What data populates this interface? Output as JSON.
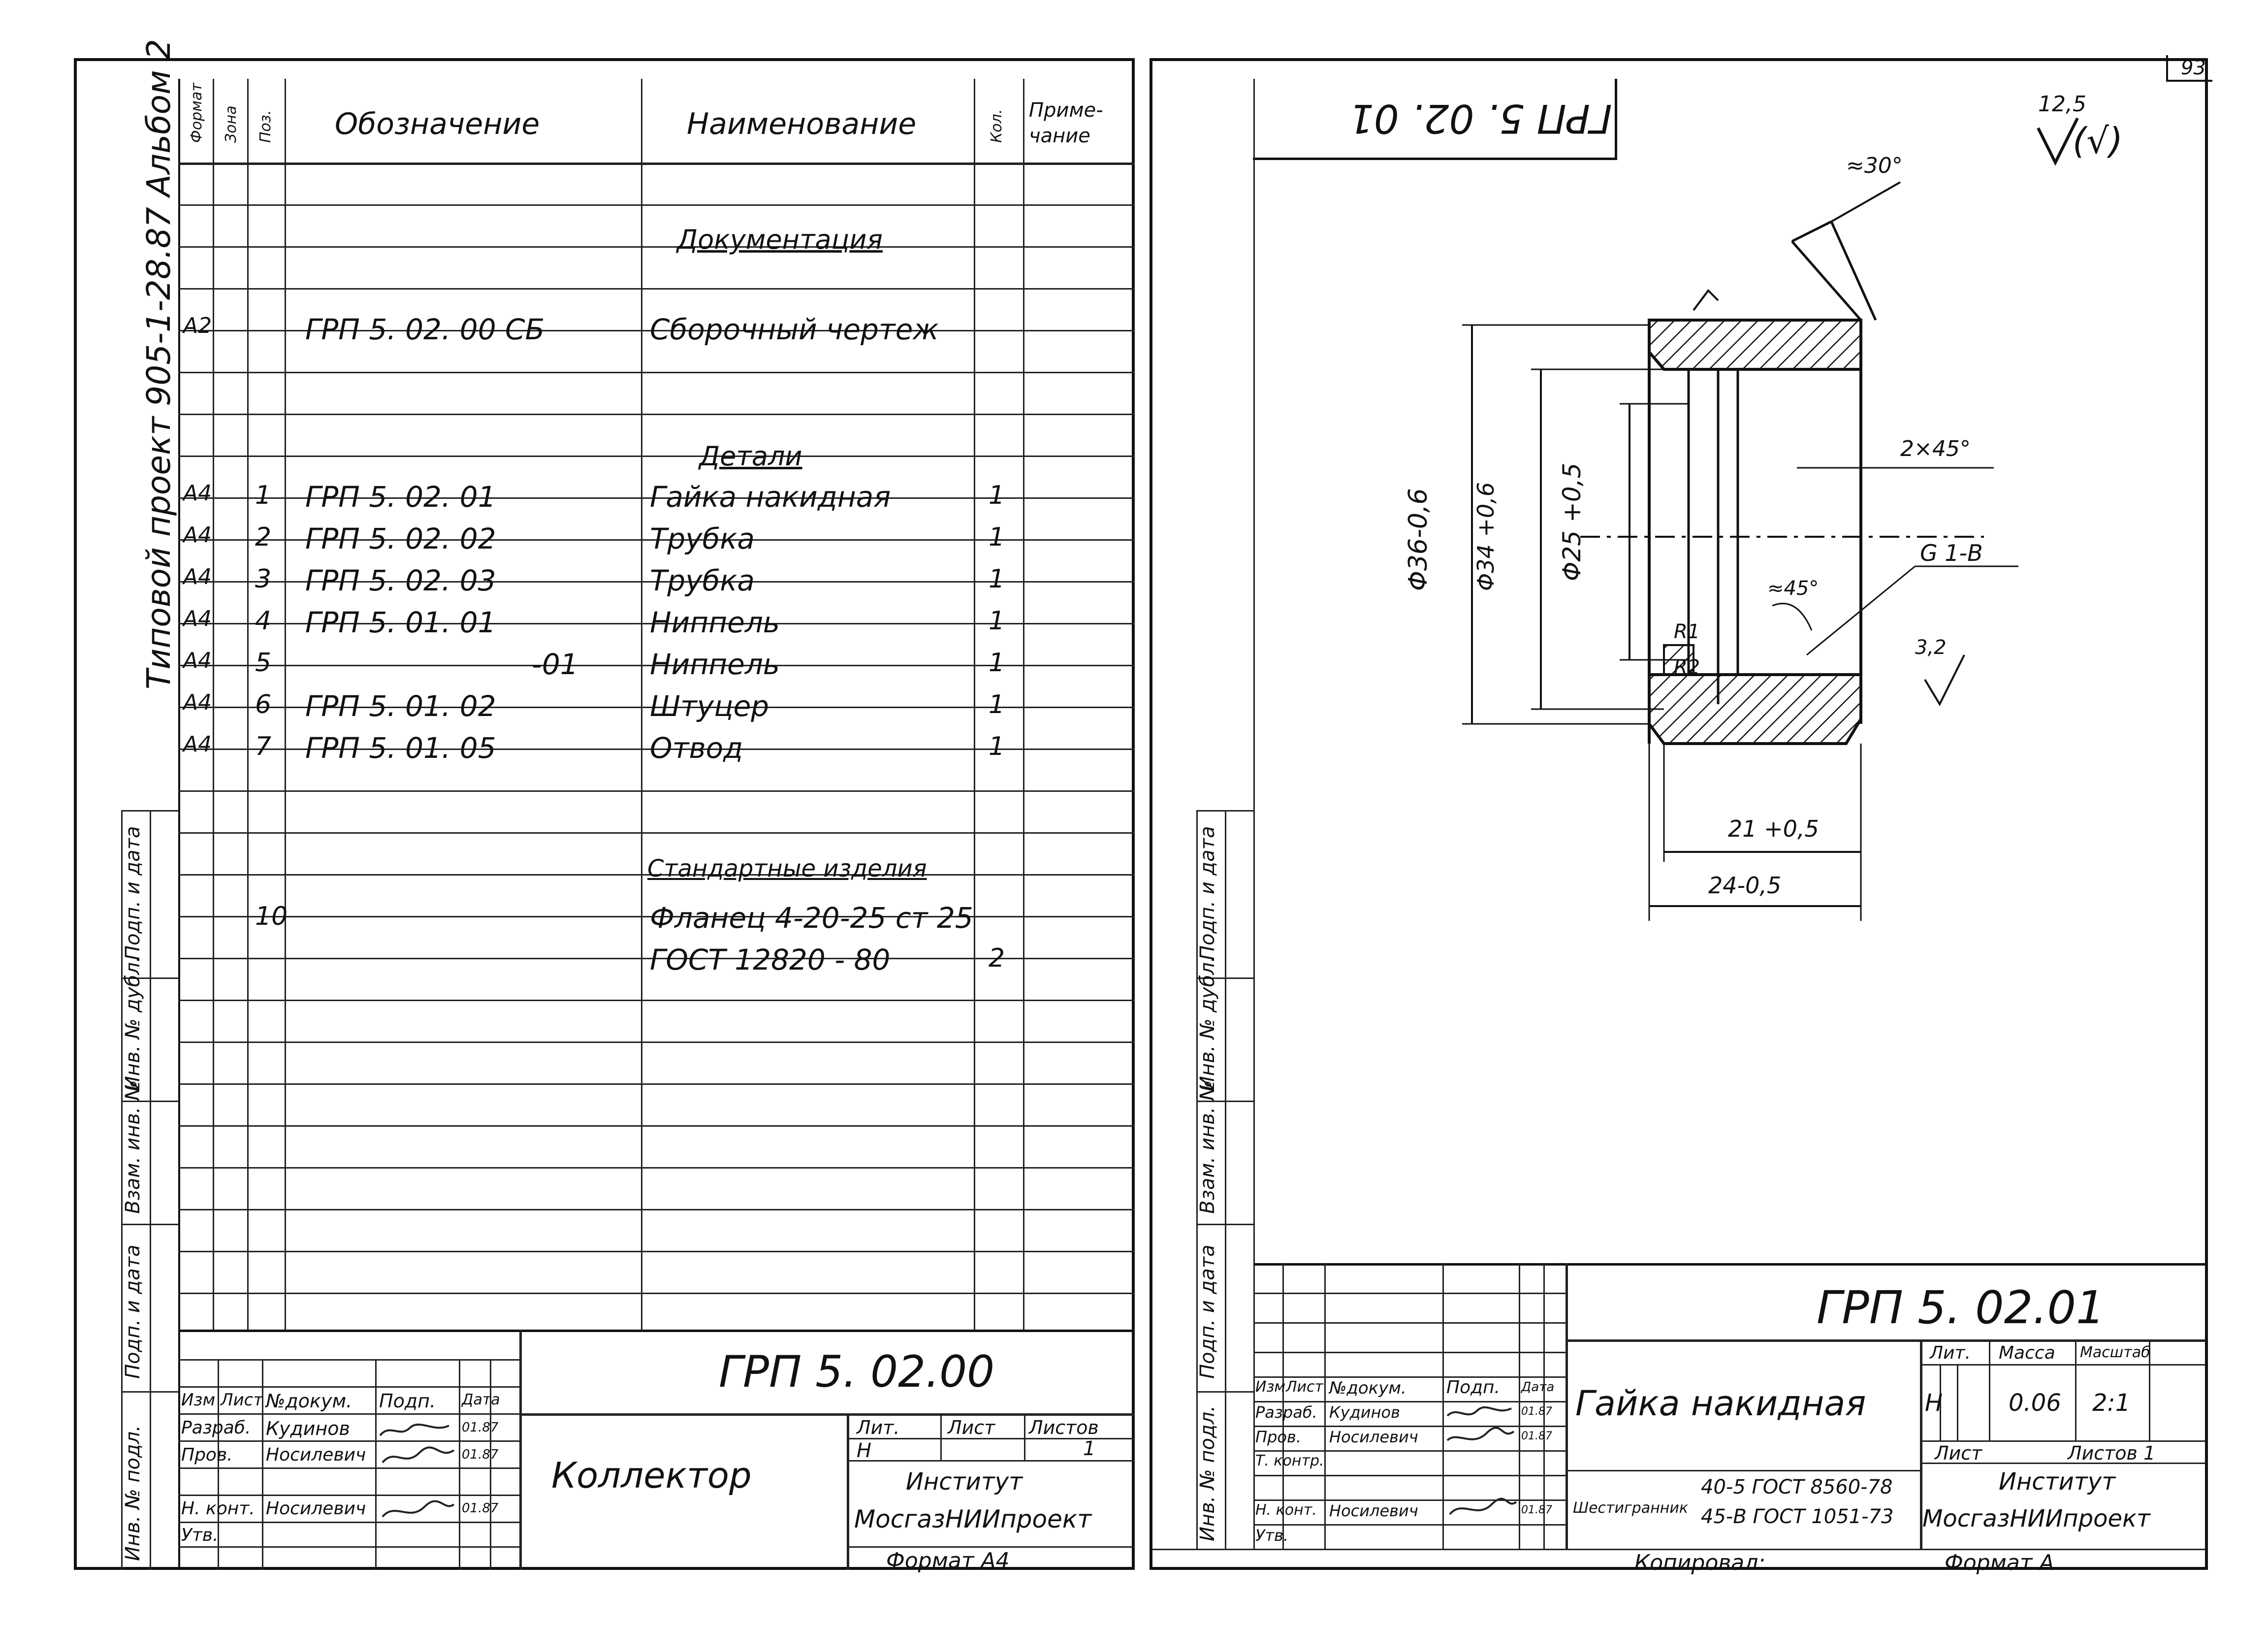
{
  "page_number": "93",
  "album_title": "Типовой проект 905-1-28.87 Альбом 2",
  "left_sheet": {
    "header": {
      "format": "Формат",
      "zone": "Зона",
      "pos": "Поз.",
      "designation": "Обозначение",
      "name": "Наименование",
      "qty": "Кол.",
      "note": "Приме-чание"
    },
    "rows": [
      {
        "format": "",
        "pos": "",
        "designation": "",
        "name": "Документация",
        "qty": "",
        "heading": true
      },
      {
        "format": "А2",
        "pos": "",
        "designation": "ГРП 5. 02. 00 СБ",
        "name": "Сборочный чертеж",
        "qty": ""
      },
      {
        "format": "",
        "pos": "",
        "designation": "",
        "name": "Детали",
        "qty": "",
        "heading": true
      },
      {
        "format": "А4",
        "pos": "1",
        "designation": "ГРП 5. 02. 01",
        "name": "Гайка накидная",
        "qty": "1"
      },
      {
        "format": "А4",
        "pos": "2",
        "designation": "ГРП 5. 02. 02",
        "name": "Трубка",
        "qty": "1"
      },
      {
        "format": "А4",
        "pos": "3",
        "designation": "ГРП 5. 02. 03",
        "name": "Трубка",
        "qty": "1"
      },
      {
        "format": "А4",
        "pos": "4",
        "designation": "ГРП 5. 01. 01",
        "name": "Ниппель",
        "qty": "1"
      },
      {
        "format": "А4",
        "pos": "5",
        "designation": "-01",
        "name": "Ниппель",
        "qty": "1"
      },
      {
        "format": "А4",
        "pos": "6",
        "designation": "ГРП 5. 01. 02",
        "name": "Штуцер",
        "qty": "1"
      },
      {
        "format": "А4",
        "pos": "7",
        "designation": "ГРП 5. 01. 05",
        "name": "Отвод",
        "qty": "1"
      },
      {
        "format": "",
        "pos": "",
        "designation": "",
        "name": "Стандартные изделия",
        "qty": "",
        "heading": true
      },
      {
        "format": "",
        "pos": "10",
        "designation": "",
        "name": "Фланец 4-20-25 ст 25",
        "qty": ""
      },
      {
        "format": "",
        "pos": "",
        "designation": "",
        "name": "ГОСТ 12820 - 80",
        "qty": "2"
      }
    ],
    "side_labels": [
      "Подп. и дата",
      "Инв. № дубл.",
      "Взам. инв. №",
      "Подп. и дата",
      "Инв. № подл."
    ],
    "title_block": {
      "code": "ГРП 5. 02.00",
      "title": "Коллектор",
      "col_izm": "Изм",
      "col_list": "Лист",
      "col_doc": "№докум.",
      "col_sign": "Подп.",
      "col_date": "Дата",
      "razrab_label": "Разраб.",
      "razrab_name": "Кудинов",
      "razrab_date": "01.87",
      "prov_label": "Пров.",
      "prov_name": "Носилевич",
      "prov_date": "01.87",
      "nkont_label": "Н. конт.",
      "nkont_name": "Носилевич",
      "nkont_date": "01.87",
      "utv_label": "Утв.",
      "lit_label": "Лит.",
      "list_label": "Лист",
      "listov_label": "Листов",
      "lit": "Н",
      "listov": "1",
      "institute_1": "Институт",
      "institute_2": "МосгазНИИпроект",
      "format": "Формат А4"
    }
  },
  "right_sheet": {
    "stamp_code": "ГРП 5. 02. 01",
    "roughness": "12,5",
    "roughness_paren": "(√)",
    "drawing": {
      "angle_top": "≈30°",
      "chamfer": "2×45°",
      "angle_inner": "≈45°",
      "thread": "G 1-B",
      "roughness_face": "3,2",
      "r1": "R1",
      "r2": "R2",
      "dia_36": "Φ36-0,6",
      "dia_34": "Φ34 +0,6",
      "dia_25": "Φ25 +0,5",
      "len_21": "21 +0,5",
      "len_24": "24-0,5"
    },
    "side_labels": [
      "Подп. и дата",
      "Инв. № дубл.",
      "Взам. инв. №",
      "Подп. и дата",
      "Инв. № подл."
    ],
    "title_block": {
      "code": "ГРП 5. 02.01",
      "title": "Гайка накидная",
      "col_izm": "Изм",
      "col_list": "Лист",
      "col_doc": "№докум.",
      "col_sign": "Подп.",
      "col_date": "Дата",
      "razrab_label": "Разраб.",
      "razrab_name": "Кудинов",
      "razrab_date": "01.87",
      "prov_label": "Пров.",
      "prov_name": "Носилевич",
      "prov_date": "01.87",
      "tkont_label": "Т. контр.",
      "nkont_label": "Н. конт.",
      "nkont_name": "Носилевич",
      "nkont_date": "01.87",
      "utv_label": "Утв.",
      "material_label": "Шестигранник",
      "material_1": "40-5 ГОСТ 8560-78",
      "material_2": "45-В ГОСТ 1051-73",
      "lit_label": "Лит.",
      "mass_label": "Масса",
      "scale_label": "Масштаб",
      "lit": "Н",
      "mass": "0.06",
      "scale": "2:1",
      "list_label": "Лист",
      "listov_label": "Листов 1",
      "institute_1": "Институт",
      "institute_2": "МосгазНИИпроект",
      "copied": "Копировал: ",
      "format": "Формат А"
    }
  }
}
